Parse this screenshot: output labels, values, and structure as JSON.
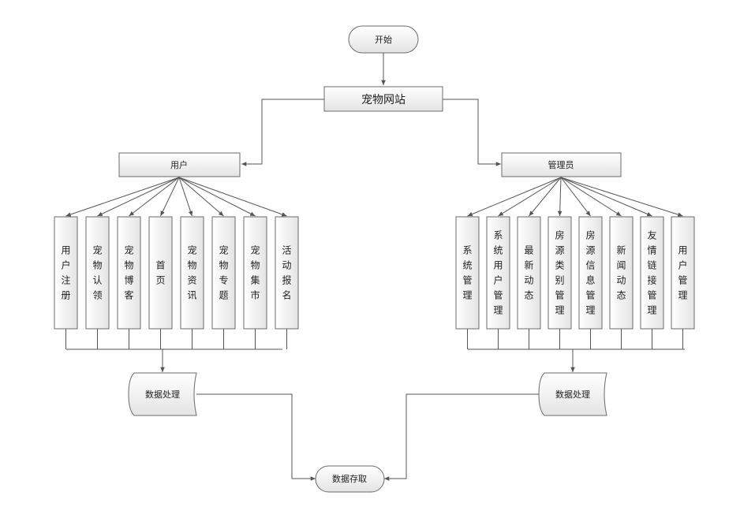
{
  "start": "开始",
  "site": "宠物网站",
  "user_role": "用户",
  "admin_role": "管理员",
  "user_modules": [
    "用户注册",
    "宠物认领",
    "宠物博客",
    "首页",
    "宠物资讯",
    "宠物专题",
    "宠物集市",
    "活动报名"
  ],
  "admin_modules": [
    "系统管理",
    "系统用户管理",
    "最新动态",
    "房源类别管理",
    "房源信息管理",
    "新闻动态",
    "友情链接管理",
    "用户管理"
  ],
  "user_process": "数据处理",
  "admin_process": "数据处理",
  "storage": "数据存取",
  "colors": {
    "line": "#555555",
    "box_stroke": "#6b6b6b",
    "box_fill_top": "#ffffff",
    "box_fill_bottom": "#e6e6e6"
  }
}
